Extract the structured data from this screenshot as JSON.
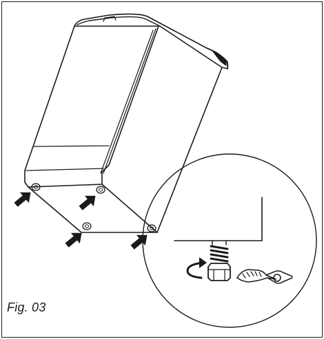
{
  "figure": {
    "caption": "Fig. 03"
  },
  "callouts": [
    {
      "name": "foot-arrow-front-left",
      "icon": "arrow-icon"
    },
    {
      "name": "foot-arrow-front-middle",
      "icon": "arrow-icon"
    },
    {
      "name": "foot-arrow-back-left",
      "icon": "arrow-icon"
    },
    {
      "name": "foot-arrow-back-right",
      "icon": "arrow-icon"
    }
  ],
  "detail_view": {
    "icons": [
      "rotate-arrow-icon",
      "adjustable-foot-icon",
      "wrench-icon"
    ]
  }
}
